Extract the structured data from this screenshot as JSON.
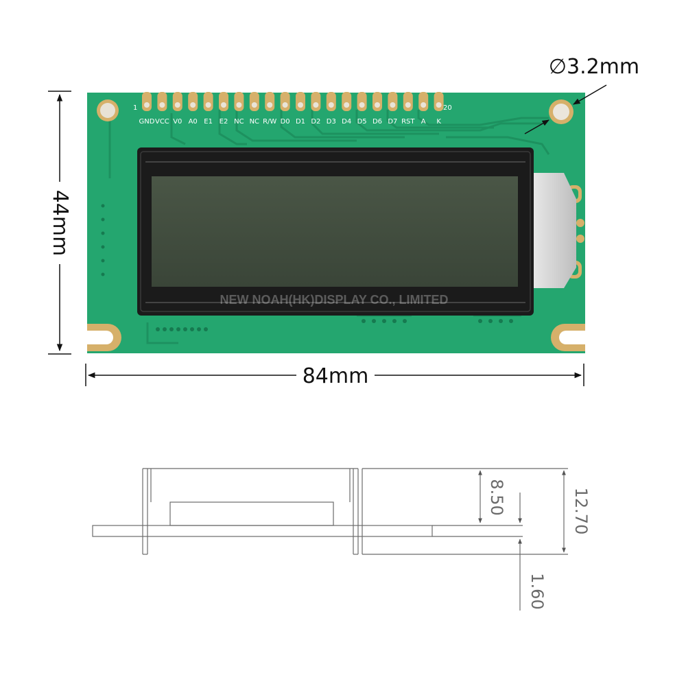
{
  "dimensions": {
    "height": "44mm",
    "width": "84mm",
    "hole": "∅3.2mm",
    "side_pcb": "1.60",
    "side_module": "8.50",
    "side_total": "12.70"
  },
  "pcb": {
    "pin_first": "1",
    "pin_last": "20",
    "pin_labels": [
      "GND",
      "VCC",
      "V0",
      "A0",
      "E1",
      "E2",
      "NC",
      "NC",
      "R/W",
      "D0",
      "D1",
      "D2",
      "D3",
      "D4",
      "D5",
      "D6",
      "D7",
      "RST",
      "A",
      "K"
    ],
    "watermark": "NEW NOAH(HK)DISPLAY CO., LIMITED"
  },
  "colors": {
    "pcb_green": "#24a66f",
    "pcb_trace": "#1c8d5c",
    "pad_gold": "#d6b06a",
    "bezel": "#1b1b1b",
    "lcd": "#3e4a3c"
  }
}
